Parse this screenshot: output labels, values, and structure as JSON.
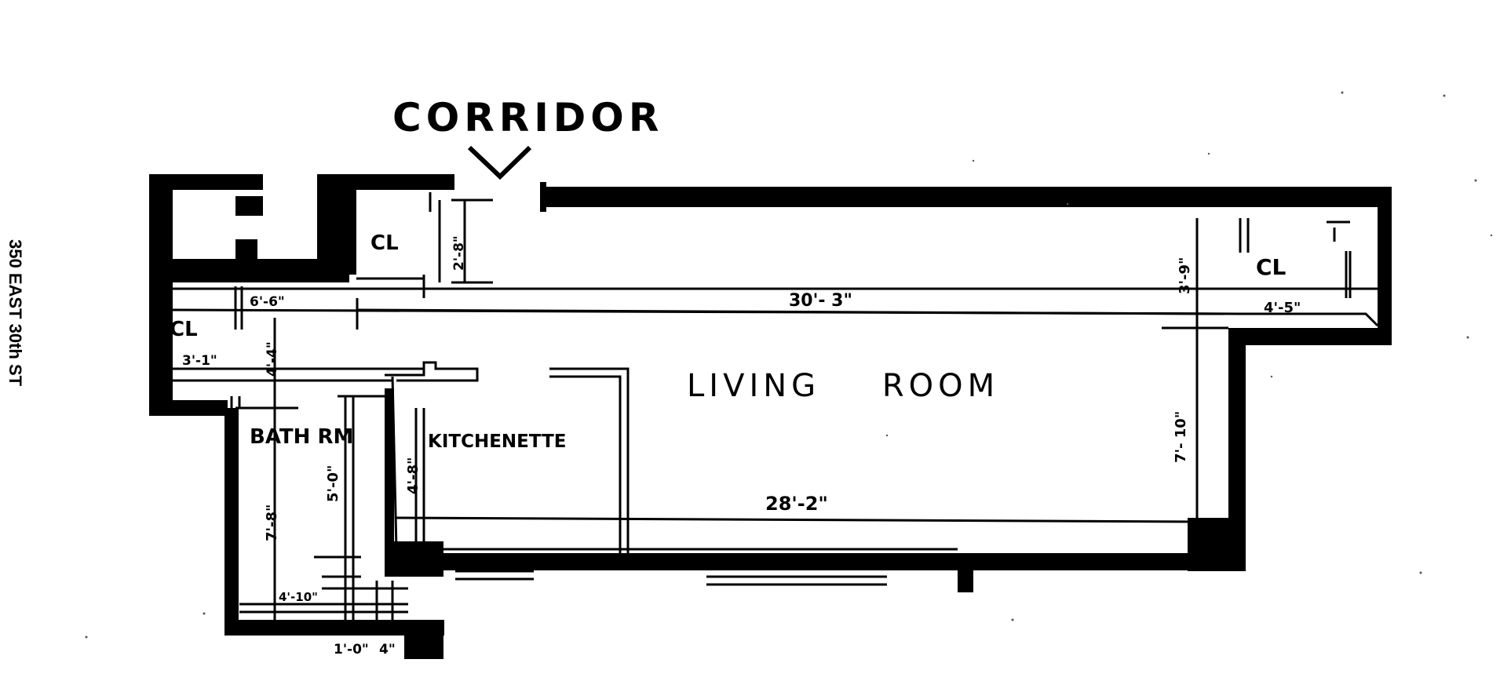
{
  "address": "350 EAST 30th ST",
  "corridor": "CORRIDOR",
  "rooms": {
    "living": "LIVING ROOM",
    "kitchen": "KITCHENETTE",
    "bath": "BATH RM",
    "closet_left_top": "CL",
    "closet_left_mid": "CL",
    "closet_right": "CL"
  },
  "dimensions": {
    "living_length": "30'- 3\"",
    "living_length_lower": "28'-2\"",
    "living_depth": "7'- 10\"",
    "right_closet_depth": "3'-9\"",
    "right_closet_width": "4'-5\"",
    "top_closet_depth": "2'-8\"",
    "left_closet_width": "3'-1\"",
    "left_closet_depth": "4'-4\"",
    "bath_top": "6'-6\"",
    "bath_depth": "7'-8\"",
    "bath_inner": "5'-0\"",
    "bath_width": "4'-10\"",
    "kitchen_depth": "4'-8\"",
    "bottom_a": "1'-0\"",
    "bottom_b": "4\""
  }
}
